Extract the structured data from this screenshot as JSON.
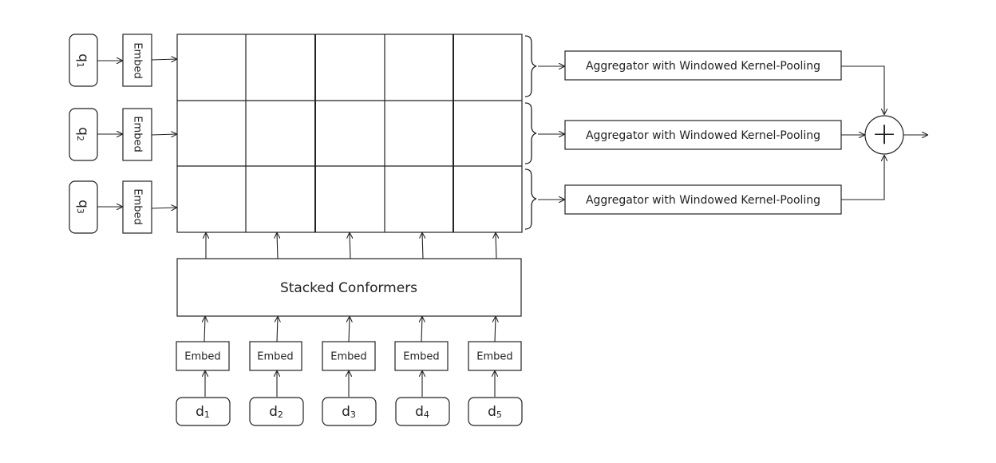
{
  "queries": [
    {
      "letter": "q",
      "sub": "1",
      "embed_label": "Embed"
    },
    {
      "letter": "q",
      "sub": "2",
      "embed_label": "Embed"
    },
    {
      "letter": "q",
      "sub": "3",
      "embed_label": "Embed"
    }
  ],
  "documents": [
    {
      "letter": "d",
      "sub": "1",
      "embed_label": "Embed"
    },
    {
      "letter": "d",
      "sub": "2",
      "embed_label": "Embed"
    },
    {
      "letter": "d",
      "sub": "3",
      "embed_label": "Embed"
    },
    {
      "letter": "d",
      "sub": "4",
      "embed_label": "Embed"
    },
    {
      "letter": "d",
      "sub": "5",
      "embed_label": "Embed"
    }
  ],
  "conformer": {
    "label": "Stacked Conformers"
  },
  "aggregators": [
    {
      "label": "Aggregator with Windowed Kernel-Pooling"
    },
    {
      "label": "Aggregator with Windowed Kernel-Pooling"
    },
    {
      "label": "Aggregator with Windowed Kernel-Pooling"
    }
  ],
  "combiner": {
    "symbol": "+"
  }
}
